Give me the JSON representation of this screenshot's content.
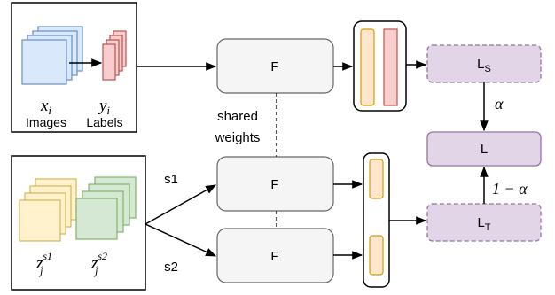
{
  "source_panel": {
    "x_symbol": "x",
    "x_subscript": "i",
    "x_caption": "Images",
    "y_symbol": "y",
    "y_subscript": "i",
    "y_caption": "Labels"
  },
  "target_panel": {
    "z_symbol": "z",
    "z1_subscript": "j",
    "z1_superscript": "s1",
    "z2_subscript": "j",
    "z2_superscript": "s2"
  },
  "network": {
    "label_top": "F",
    "label_mid": "F",
    "label_bot": "F",
    "shared_line1": "shared",
    "shared_line2": "weights"
  },
  "branches": {
    "s1": "s1",
    "s2": "s2"
  },
  "losses": {
    "ls_main": "L",
    "ls_sub": "S",
    "l_total": "L",
    "lt_main": "L",
    "lt_sub": "T",
    "alpha": "α",
    "one_minus_alpha": "1 − α"
  },
  "colors": {
    "image_fill": "#dae8fc",
    "image_stroke": "#6c8ebf",
    "label_fill": "#f8cecc",
    "label_stroke": "#b85450",
    "target1_fill": "#fff2cc",
    "target1_stroke": "#d6b656",
    "target2_fill": "#d5e8d4",
    "target2_stroke": "#82b366",
    "feature_fill": "#ffe6cc",
    "feature_stroke": "#d79b00",
    "loss_fill": "#e1d5e7",
    "loss_stroke": "#9673a6",
    "f_fill": "#f5f5f5",
    "f_stroke": "#666666"
  }
}
